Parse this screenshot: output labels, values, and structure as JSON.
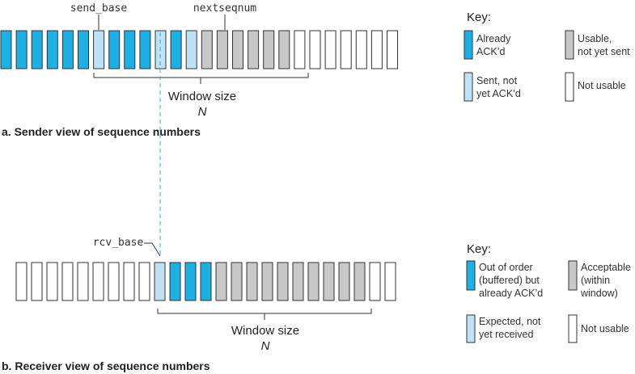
{
  "colors": {
    "acked": "#1cb1e4",
    "sent_not_acked": "#bfe3f5",
    "usable": "#c8c8c8",
    "not_usable": "#ffffff",
    "stroke": "#333333",
    "dashed": "#1cb1e4"
  },
  "sender": {
    "caption": "a. Sender view of sequence numbers",
    "send_base_label": "send_base",
    "nextseqnum_label": "nextseqnum",
    "window_label": "Window size",
    "window_var": "N",
    "cells": [
      "acked",
      "acked",
      "acked",
      "acked",
      "acked",
      "acked",
      "sent",
      "acked",
      "acked",
      "acked",
      "sent",
      "acked",
      "sent",
      "usable",
      "usable",
      "usable",
      "usable",
      "usable",
      "usable",
      "not_usable",
      "not_usable",
      "not_usable",
      "not_usable",
      "not_usable",
      "not_usable",
      "not_usable"
    ],
    "key": {
      "title": "Key:",
      "items": [
        {
          "type": "acked",
          "lines": [
            "Already",
            "ACK’d"
          ]
        },
        {
          "type": "usable",
          "lines": [
            "Usable,",
            "not yet sent"
          ]
        },
        {
          "type": "sent",
          "lines": [
            "Sent, not",
            "yet ACK’d"
          ]
        },
        {
          "type": "not_usable",
          "lines": [
            "Not usable"
          ]
        }
      ]
    }
  },
  "receiver": {
    "caption": "b. Receiver view of sequence numbers",
    "rcv_base_label": "rcv_base",
    "window_label": "Window size",
    "window_var": "N",
    "cells": [
      "not_usable",
      "not_usable",
      "not_usable",
      "not_usable",
      "not_usable",
      "not_usable",
      "not_usable",
      "not_usable",
      "not_usable",
      "expected",
      "received",
      "received",
      "received",
      "acceptable",
      "acceptable",
      "acceptable",
      "acceptable",
      "acceptable",
      "acceptable",
      "acceptable",
      "acceptable",
      "acceptable",
      "acceptable",
      "not_usable",
      "not_usable"
    ],
    "key": {
      "title": "Key:",
      "items": [
        {
          "type": "received",
          "lines": [
            "Out of order",
            "(buffered) but",
            "already ACK’d"
          ]
        },
        {
          "type": "acceptable",
          "lines": [
            "Acceptable",
            "(within",
            "window)"
          ]
        },
        {
          "type": "expected",
          "lines": [
            "Expected, not",
            "yet received"
          ]
        },
        {
          "type": "not_usable",
          "lines": [
            "Not usable"
          ]
        }
      ]
    }
  }
}
